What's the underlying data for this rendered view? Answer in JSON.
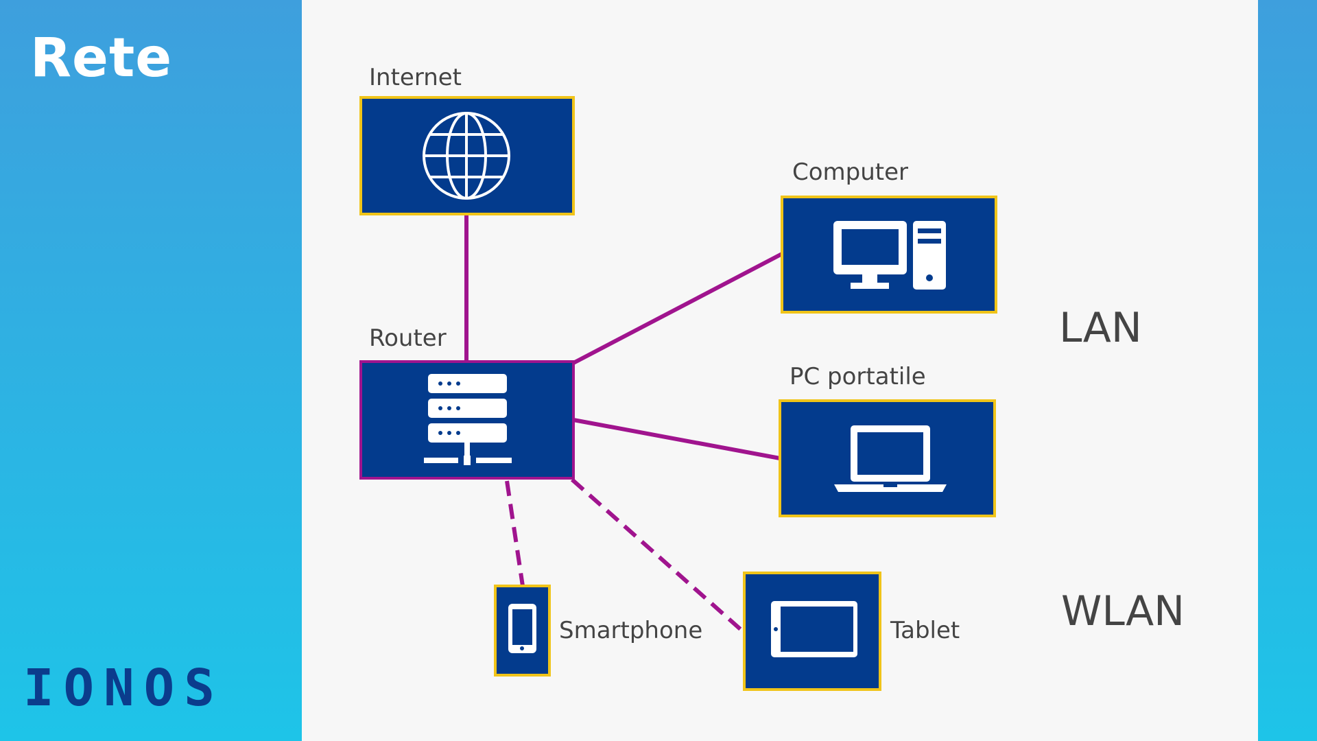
{
  "header": {
    "title": "Rete"
  },
  "brand": {
    "logo_text": "IONOS",
    "logo_color": "#0b3c8c"
  },
  "colors": {
    "node_fill": "#033b8d",
    "node_border": "#f0c419",
    "link": "#a0148e",
    "panel": "#f7f7f7"
  },
  "diagram": {
    "nodes": {
      "internet": {
        "label": "Internet",
        "icon": "globe-icon"
      },
      "router": {
        "label": "Router",
        "icon": "server-icon"
      },
      "computer": {
        "label": "Computer",
        "icon": "desktop-computer-icon"
      },
      "laptop": {
        "label": "PC portatile",
        "icon": "laptop-icon"
      },
      "smartphone": {
        "label": "Smartphone",
        "icon": "smartphone-icon"
      },
      "tablet": {
        "label": "Tablet",
        "icon": "tablet-icon"
      }
    },
    "groups": {
      "lan": "LAN",
      "wlan": "WLAN"
    },
    "links": [
      {
        "from": "Internet",
        "to": "Router",
        "style": "solid"
      },
      {
        "from": "Router",
        "to": "Computer",
        "style": "solid"
      },
      {
        "from": "Router",
        "to": "PC portatile",
        "style": "solid"
      },
      {
        "from": "Router",
        "to": "Smartphone",
        "style": "dashed"
      },
      {
        "from": "Router",
        "to": "Tablet",
        "style": "dashed"
      }
    ]
  }
}
